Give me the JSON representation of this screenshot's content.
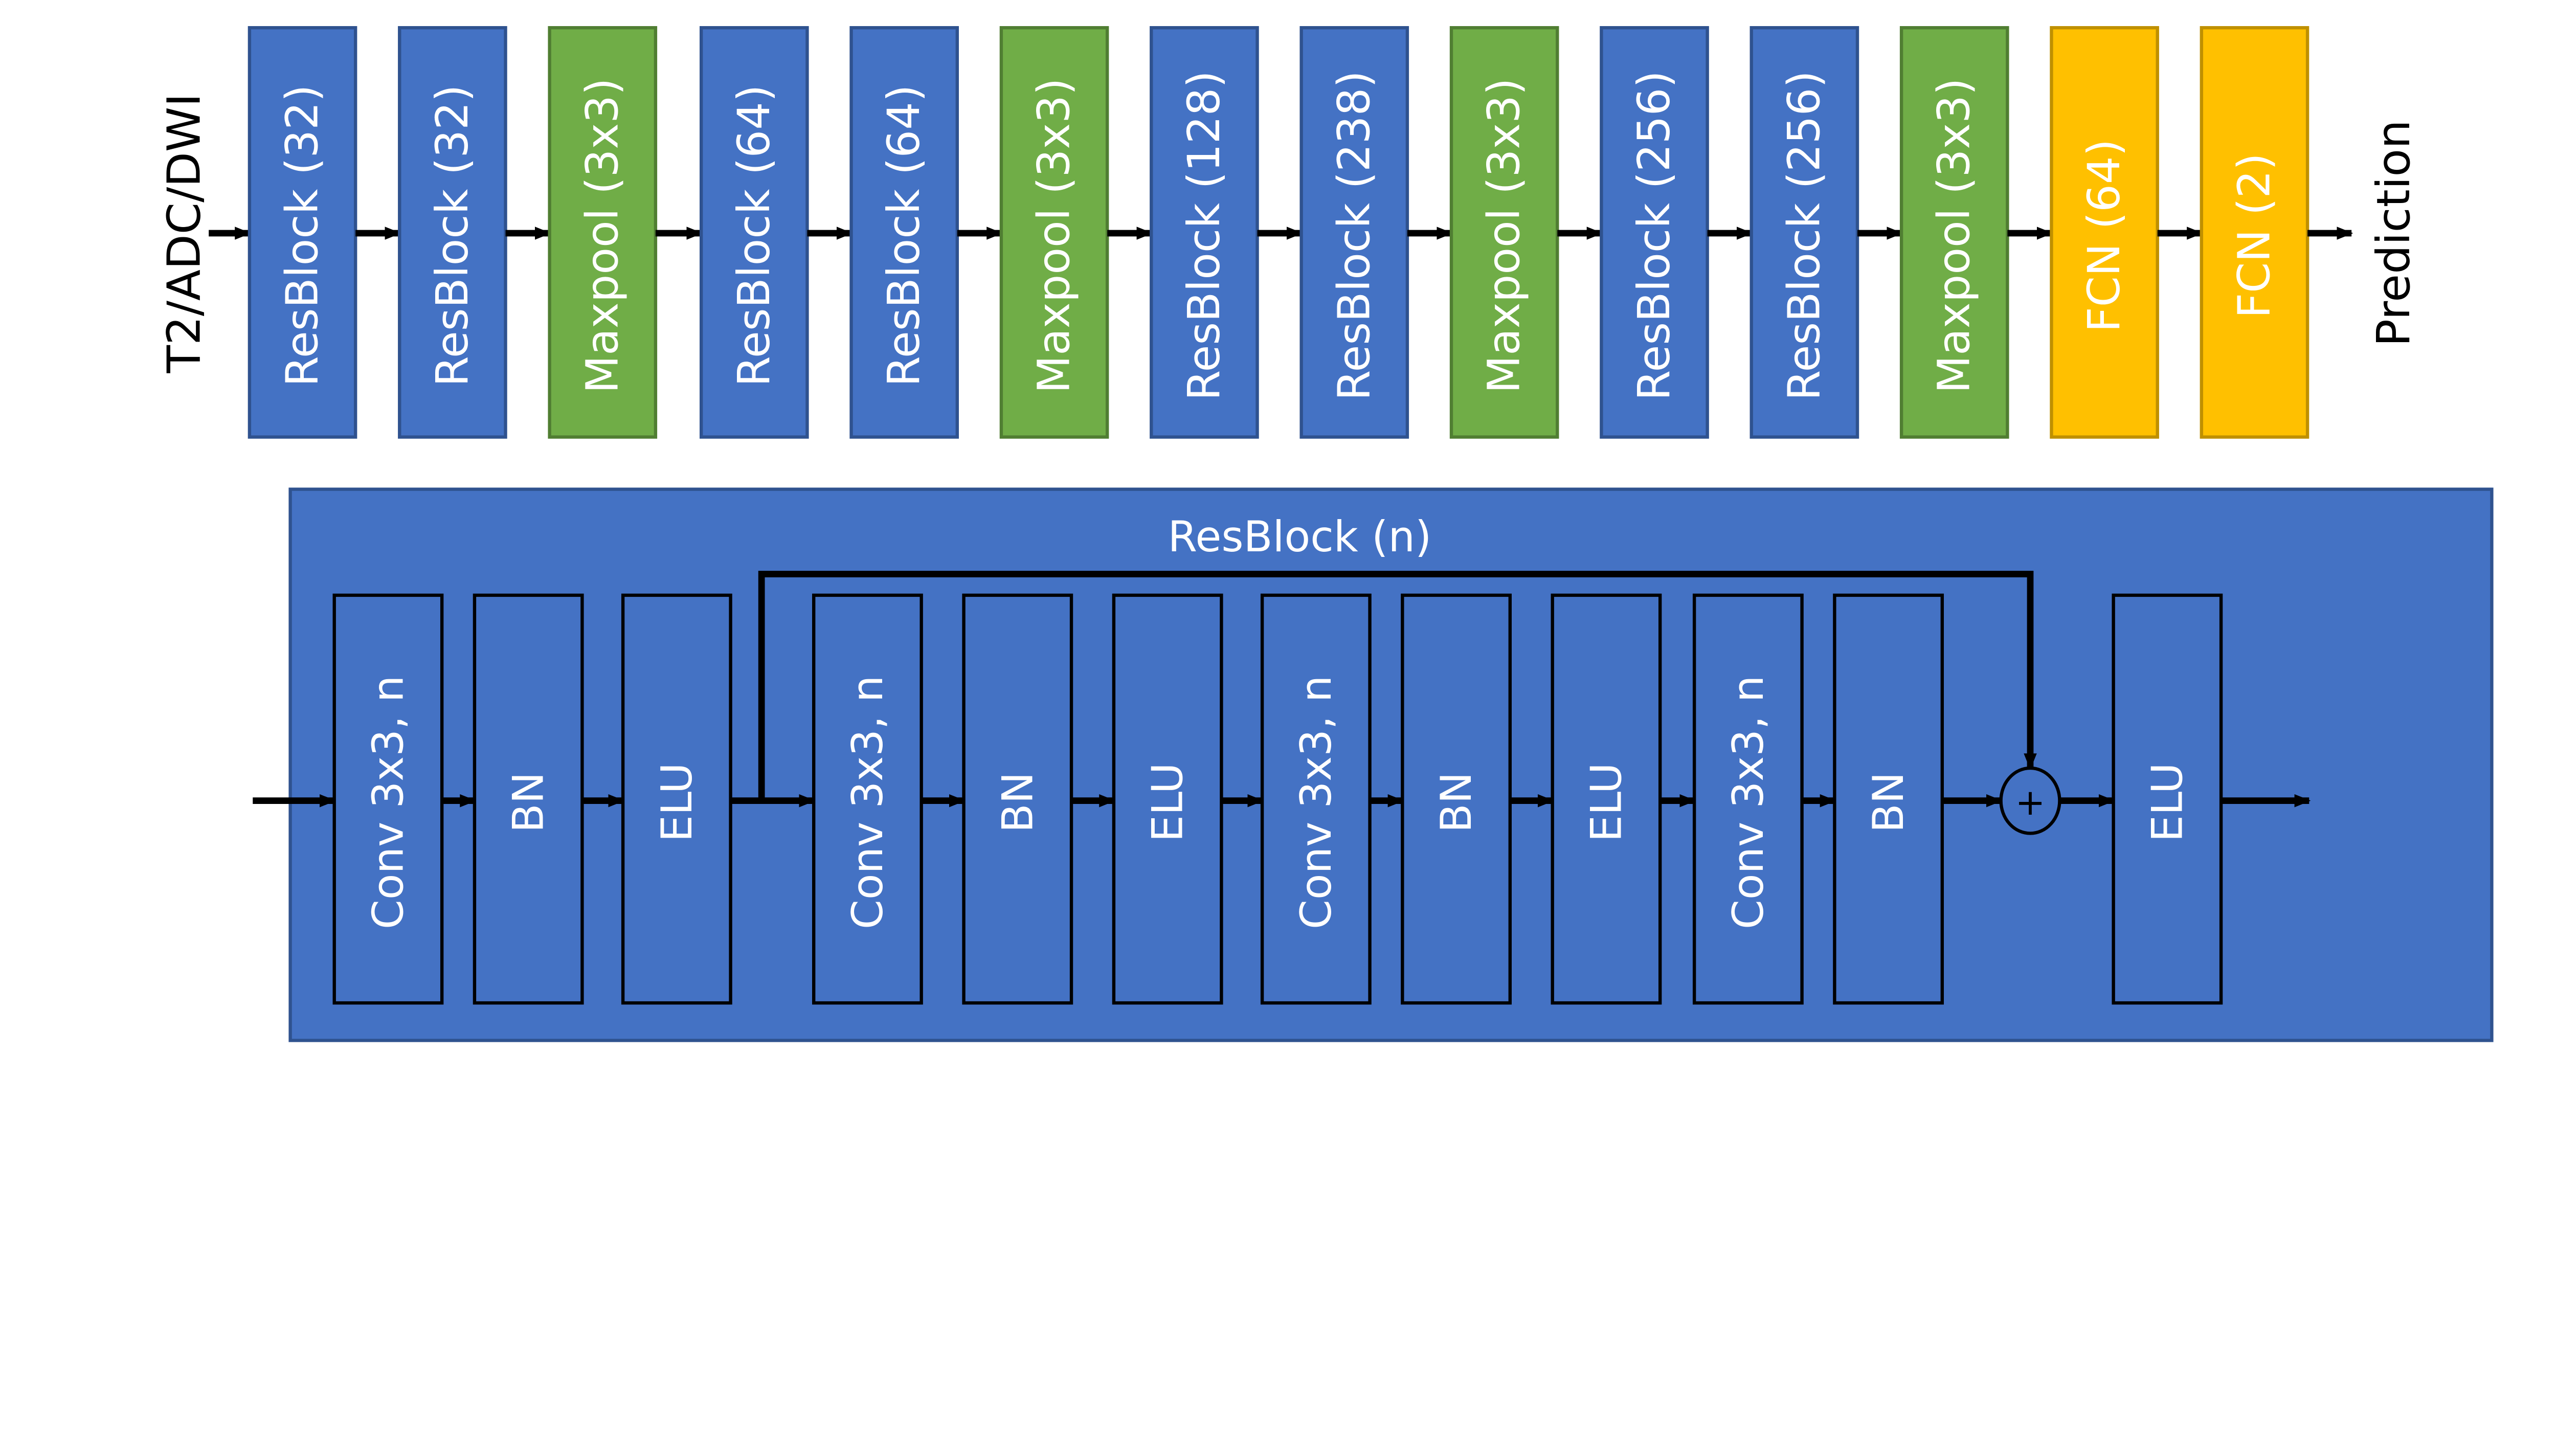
{
  "colors": {
    "resblock": "#4472C4",
    "resblock_border": "#2F528F",
    "maxpool": "#70AD47",
    "maxpool_border": "#507E32",
    "fcn": "#FFC000",
    "fcn_border": "#BF9000",
    "text": "#FFFFFF",
    "arrow": "#000000"
  },
  "pipeline": {
    "input_label": "T2/ADC/DWI",
    "output_label": "Prediction",
    "blocks": [
      {
        "label": "ResBlock (32)",
        "kind": "resblock"
      },
      {
        "label": "ResBlock (32)",
        "kind": "resblock"
      },
      {
        "label": "Maxpool (3x3)",
        "kind": "maxpool"
      },
      {
        "label": "ResBlock (64)",
        "kind": "resblock"
      },
      {
        "label": "ResBlock (64)",
        "kind": "resblock"
      },
      {
        "label": "Maxpool (3x3)",
        "kind": "maxpool"
      },
      {
        "label": "ResBlock (128)",
        "kind": "resblock"
      },
      {
        "label": "ResBlock (238)",
        "kind": "resblock"
      },
      {
        "label": "Maxpool (3x3)",
        "kind": "maxpool"
      },
      {
        "label": "ResBlock (256)",
        "kind": "resblock"
      },
      {
        "label": "ResBlock (256)",
        "kind": "resblock"
      },
      {
        "label": "Maxpool (3x3)",
        "kind": "maxpool"
      },
      {
        "label": "FCN (64)",
        "kind": "fcn"
      },
      {
        "label": "FCN (2)",
        "kind": "fcn"
      }
    ]
  },
  "resblock_detail": {
    "title": "ResBlock (n)",
    "layers": [
      "Conv 3x3, n",
      "BN",
      "ELU",
      "Conv 3x3, n",
      "BN",
      "ELU",
      "Conv 3x3, n",
      "BN",
      "ELU",
      "Conv 3x3, n",
      "BN",
      "ELU"
    ],
    "sum_symbol": "+"
  }
}
